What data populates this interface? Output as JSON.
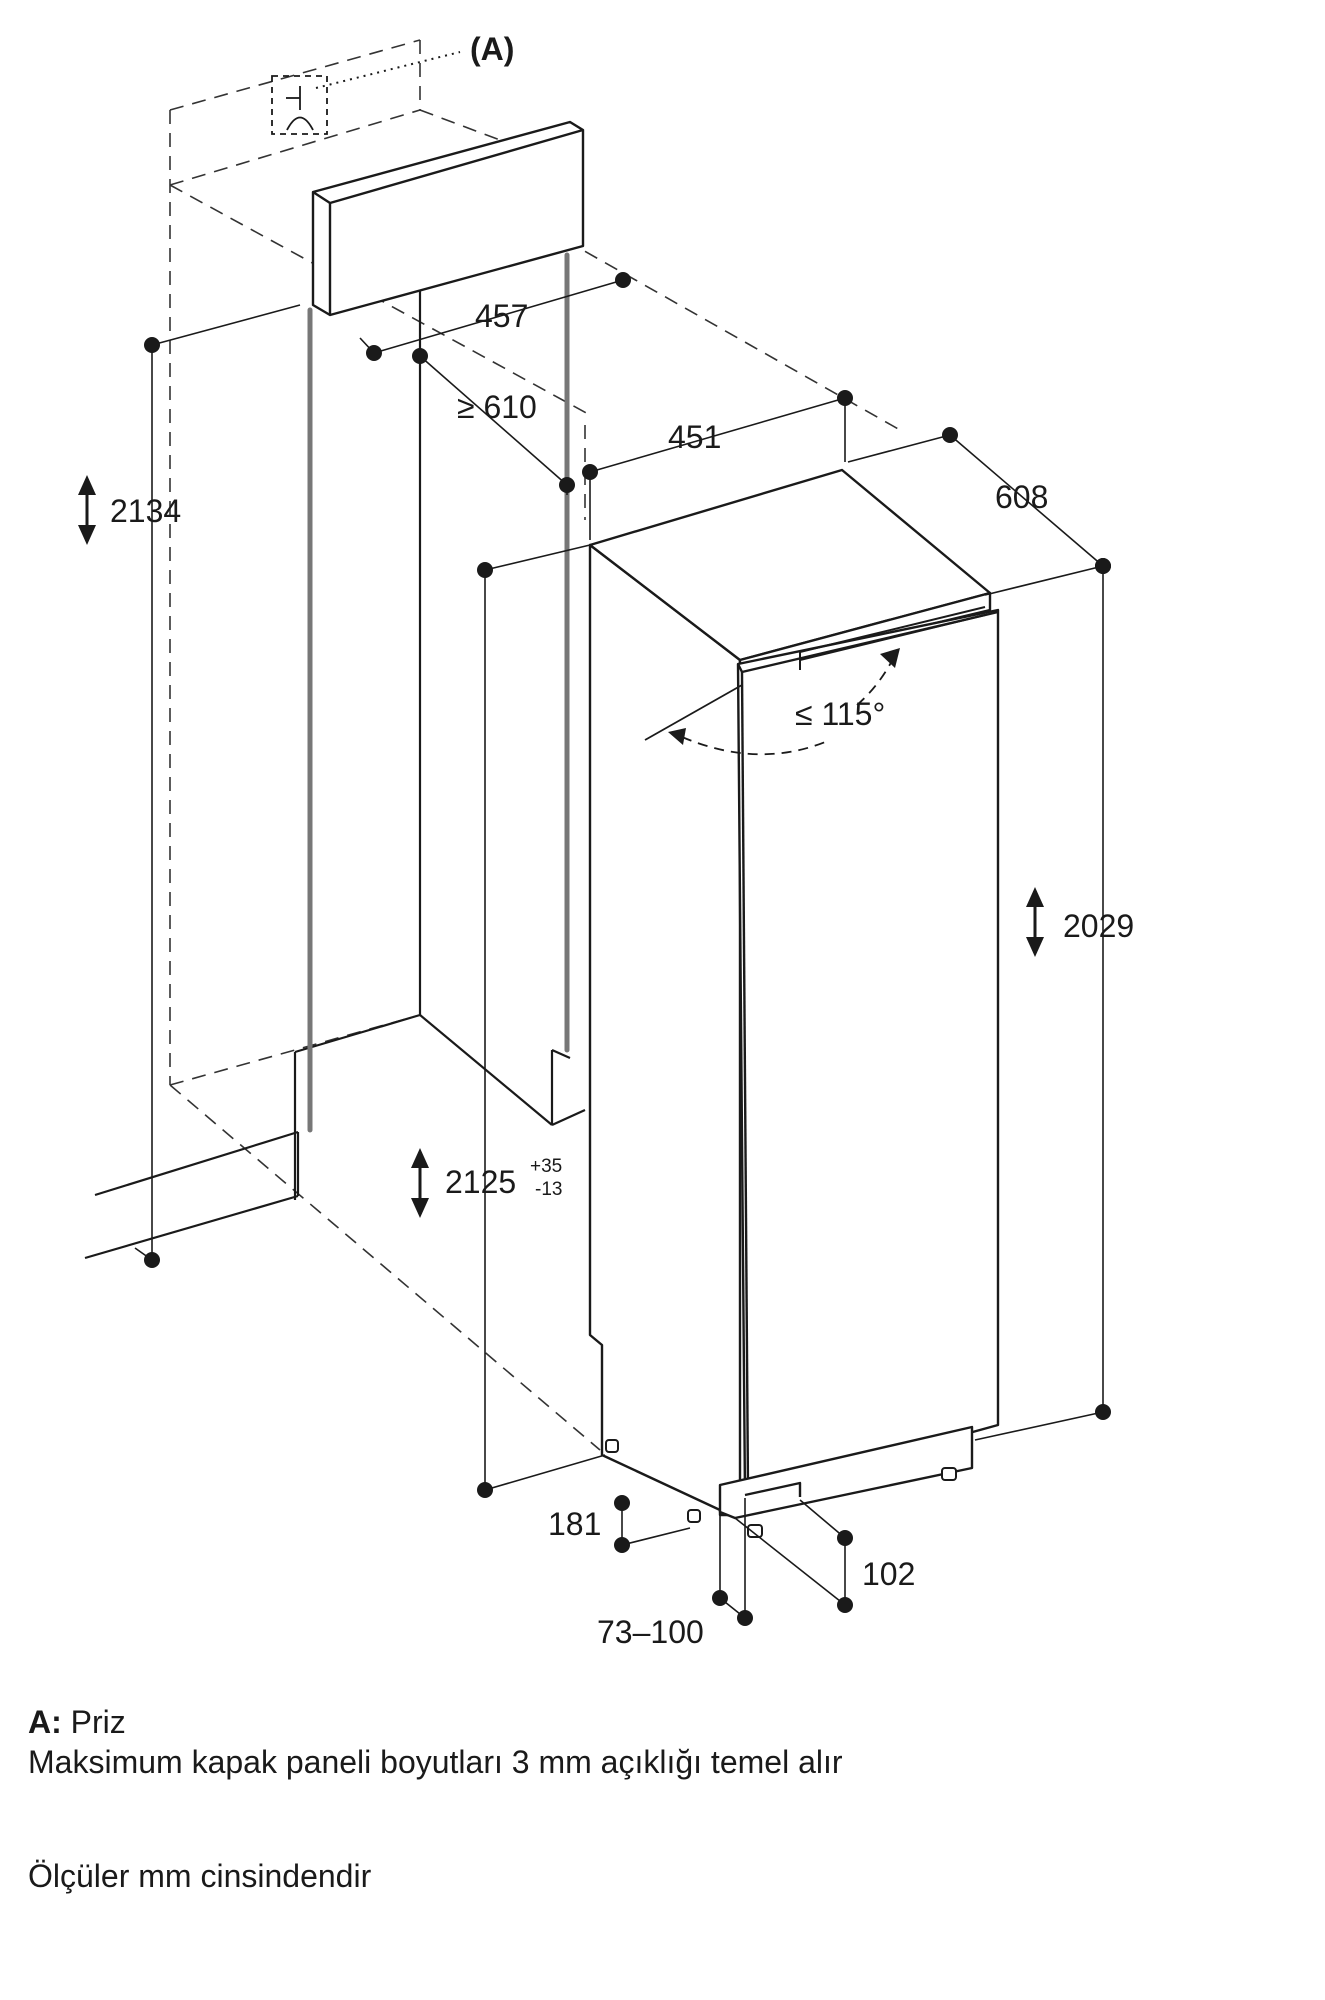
{
  "callout": "(A)",
  "dimensions": {
    "niche_height": "2134",
    "niche_depth": "457",
    "min_depth": "≥ 610",
    "appliance_depth": "451",
    "appliance_width": "608",
    "appliance_height": "2029",
    "niche_height_range": "2125",
    "niche_height_plus": "+35",
    "niche_height_minus": "-13",
    "door_angle": "≤ 115°",
    "plinth_height": "181",
    "plinth_depth": "102",
    "plinth_range": "73–100"
  },
  "legend": {
    "a_key": "A:",
    "a_text": "Priz",
    "note": "Maksimum kapak paneli boyutları 3 mm açıklığı temel alır",
    "units": "Ölçüler mm cinsindendir"
  }
}
